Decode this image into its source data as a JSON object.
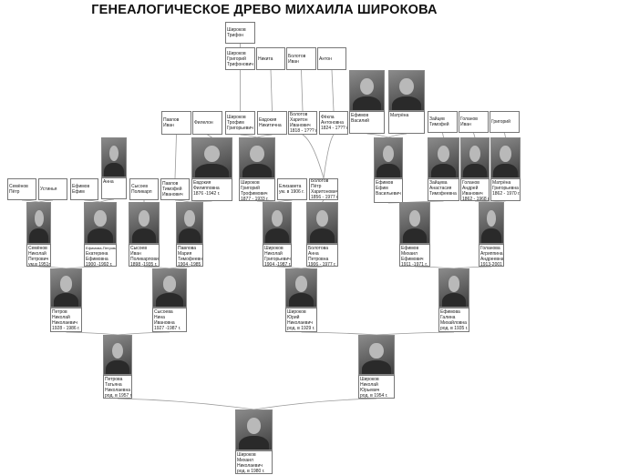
{
  "title": "ГЕНЕАЛОГИЧЕСКОЕ ДРЕВО МИХАИЛА ШИРОКОВА",
  "nodes": [
    {
      "id": "n1",
      "lines": [
        "Широков",
        "Трифон"
      ],
      "photo": false,
      "parents": []
    },
    {
      "id": "n2",
      "lines": [
        "Широков",
        "Григорий",
        "Трифонович"
      ],
      "photo": false,
      "parents": [
        "n1"
      ]
    },
    {
      "id": "n3",
      "lines": [
        "Никита"
      ],
      "photo": false,
      "parents": []
    },
    {
      "id": "n4",
      "lines": [
        "Болотов",
        "Иван"
      ],
      "photo": false,
      "parents": []
    },
    {
      "id": "n5",
      "lines": [
        "Антон"
      ],
      "photo": false,
      "parents": []
    },
    {
      "id": "n6",
      "lines": [
        "Ефимов",
        "Василий"
      ],
      "photo": true,
      "parents": []
    },
    {
      "id": "n7",
      "lines": [
        "Матрёна"
      ],
      "photo": true,
      "parents": []
    },
    {
      "id": "n8",
      "lines": [
        "Павлов",
        "Иван"
      ],
      "photo": false,
      "parents": []
    },
    {
      "id": "n9",
      "lines": [
        "Филелон"
      ],
      "photo": false,
      "parents": []
    },
    {
      "id": "n10",
      "lines": [
        "Широков",
        "Трофим",
        "Григорьевич"
      ],
      "photo": false,
      "parents": [
        "n2"
      ]
    },
    {
      "id": "n11",
      "lines": [
        "Евдокия",
        "Никитична"
      ],
      "photo": false,
      "parents": [
        "n3"
      ]
    },
    {
      "id": "n12",
      "lines": [
        "Болотов",
        "Харитон",
        "Иванович",
        "1818 - 1??? г."
      ],
      "photo": false,
      "parents": [
        "n4"
      ]
    },
    {
      "id": "n13",
      "lines": [
        "Фёкла",
        "Антоновна",
        "1824 - 1??? г."
      ],
      "photo": false,
      "parents": [
        "n5"
      ]
    },
    {
      "id": "n14",
      "lines": [
        "Зайцев",
        "Тимофей"
      ],
      "photo": false,
      "parents": []
    },
    {
      "id": "n15",
      "lines": [
        "Голанов",
        "Иван"
      ],
      "photo": false,
      "parents": []
    },
    {
      "id": "n16",
      "lines": [
        "Григорий"
      ],
      "photo": false,
      "parents": []
    },
    {
      "id": "n17",
      "lines": [
        "Семёнов",
        "Пётр"
      ],
      "photo": false,
      "parents": []
    },
    {
      "id": "n18",
      "lines": [
        "Устинья"
      ],
      "photo": false,
      "parents": []
    },
    {
      "id": "n19",
      "lines": [
        "Ефимов",
        "Ефим"
      ],
      "photo": false,
      "parents": []
    },
    {
      "id": "n20",
      "lines": [
        "Анна"
      ],
      "photo": true,
      "parents": []
    },
    {
      "id": "n21",
      "lines": [
        "Сысоев",
        "Поликарп"
      ],
      "photo": false,
      "parents": []
    },
    {
      "id": "n22",
      "lines": [
        "Павлов",
        "Тимофей",
        "Иванович"
      ],
      "photo": false,
      "parents": [
        "n8"
      ]
    },
    {
      "id": "n23",
      "lines": [
        "Евдокия",
        "Филипповна",
        "1876 -1942 г."
      ],
      "photo": true,
      "parents": [
        "n9"
      ]
    },
    {
      "id": "n24",
      "lines": [
        "Широков",
        "Григорий",
        "Трофимович",
        "1877 - 1933 г."
      ],
      "photo": true,
      "parents": [
        "n10",
        "n11"
      ]
    },
    {
      "id": "n25",
      "lines": [
        "Елизавета",
        "ум. в 1906 г."
      ],
      "photo": false,
      "parents": []
    },
    {
      "id": "n26",
      "lines": [
        "Болотов",
        "Пётр",
        "Харитонович",
        "1856 - 1977 г."
      ],
      "photo": false,
      "parents": [
        "n12",
        "n13"
      ]
    },
    {
      "id": "n27",
      "lines": [
        "Ефимов",
        "Ефим",
        "Васильевич"
      ],
      "photo": true,
      "parents": [
        "n6",
        "n7"
      ]
    },
    {
      "id": "n28",
      "lines": [
        "Зайцева",
        "Анастасия",
        "Тимофеевна"
      ],
      "photo": true,
      "parents": [
        "n14"
      ]
    },
    {
      "id": "n29",
      "lines": [
        "Голанов",
        "Андрей",
        "Иванович",
        "1862 - 1968 г."
      ],
      "photo": true,
      "parents": [
        "n15"
      ]
    },
    {
      "id": "n30",
      "lines": [
        "Матрёна",
        "Григорьевна",
        "1862 - 1970 г."
      ],
      "photo": true,
      "parents": [
        "n16"
      ]
    },
    {
      "id": "n31",
      "lines": [
        "Семёнов",
        "Николай",
        "Петрович",
        "ум.в 1951г."
      ],
      "photo": true,
      "parents": [
        "n17",
        "n18"
      ]
    },
    {
      "id": "n32",
      "lines": [
        "Ефимова-Петрова",
        "Екатерина",
        "Ефимовна",
        "1900 -1992 г."
      ],
      "photo": true,
      "parents": [
        "n19",
        "n20"
      ]
    },
    {
      "id": "n33",
      "lines": [
        "Сысоев",
        "Иван",
        "Поликарпович",
        "1898 -1935 г."
      ],
      "photo": true,
      "parents": [
        "n21"
      ]
    },
    {
      "id": "n34",
      "lines": [
        "Павлова",
        "Мария",
        "Тимофеевна",
        "1904 -1985 г."
      ],
      "photo": true,
      "parents": [
        "n22",
        "n23"
      ]
    },
    {
      "id": "n35",
      "lines": [
        "Широков",
        "Николай",
        "Григорьевич",
        "1904 -1987 г."
      ],
      "photo": true,
      "parents": [
        "n24",
        "n25"
      ]
    },
    {
      "id": "n36",
      "lines": [
        "Болотова",
        "Анна",
        "Петровна",
        "1906 - 1977 г."
      ],
      "photo": true,
      "parents": [
        "n26"
      ]
    },
    {
      "id": "n37",
      "lines": [
        "Ефимов",
        "Михаил",
        "Ефимович",
        "1911 -1971 г."
      ],
      "photo": true,
      "parents": [
        "n27",
        "n28"
      ]
    },
    {
      "id": "n38",
      "lines": [
        "Голанова",
        "Агриппина",
        "Андреевна",
        "1913-2001 г."
      ],
      "photo": true,
      "parents": [
        "n29",
        "n30"
      ]
    },
    {
      "id": "n39",
      "lines": [
        "Петров",
        "Николай",
        "Николаевич",
        "1928 - 1986 г."
      ],
      "photo": true,
      "parents": [
        "n31",
        "n32"
      ]
    },
    {
      "id": "n40",
      "lines": [
        "Сысоева",
        "Нина",
        "Ивановна",
        "1927 -1987 г."
      ],
      "photo": true,
      "parents": [
        "n33",
        "n34"
      ]
    },
    {
      "id": "n41",
      "lines": [
        "Широков",
        "Юрий",
        "Николаевич",
        "род. в 1929 г."
      ],
      "photo": true,
      "parents": [
        "n35",
        "n36"
      ]
    },
    {
      "id": "n42",
      "lines": [
        "Ефимова",
        "Галина",
        "Михайловна",
        "род. в 1935 г."
      ],
      "photo": true,
      "parents": [
        "n37",
        "n38"
      ]
    },
    {
      "id": "n43",
      "lines": [
        "Петрова",
        "Татьяна",
        "Николаевна",
        "род. в 1957 г."
      ],
      "photo": true,
      "parents": [
        "n39",
        "n40"
      ]
    },
    {
      "id": "n44",
      "lines": [
        "Широков",
        "Николай",
        "Юрьевич",
        "род. в 1954 г."
      ],
      "photo": true,
      "parents": [
        "n41",
        "n42"
      ]
    },
    {
      "id": "n45",
      "lines": [
        "Широков",
        "Михаил",
        "Николаевич",
        "род. в 1980 г."
      ],
      "photo": true,
      "parents": [
        "n43",
        "n44"
      ]
    }
  ]
}
